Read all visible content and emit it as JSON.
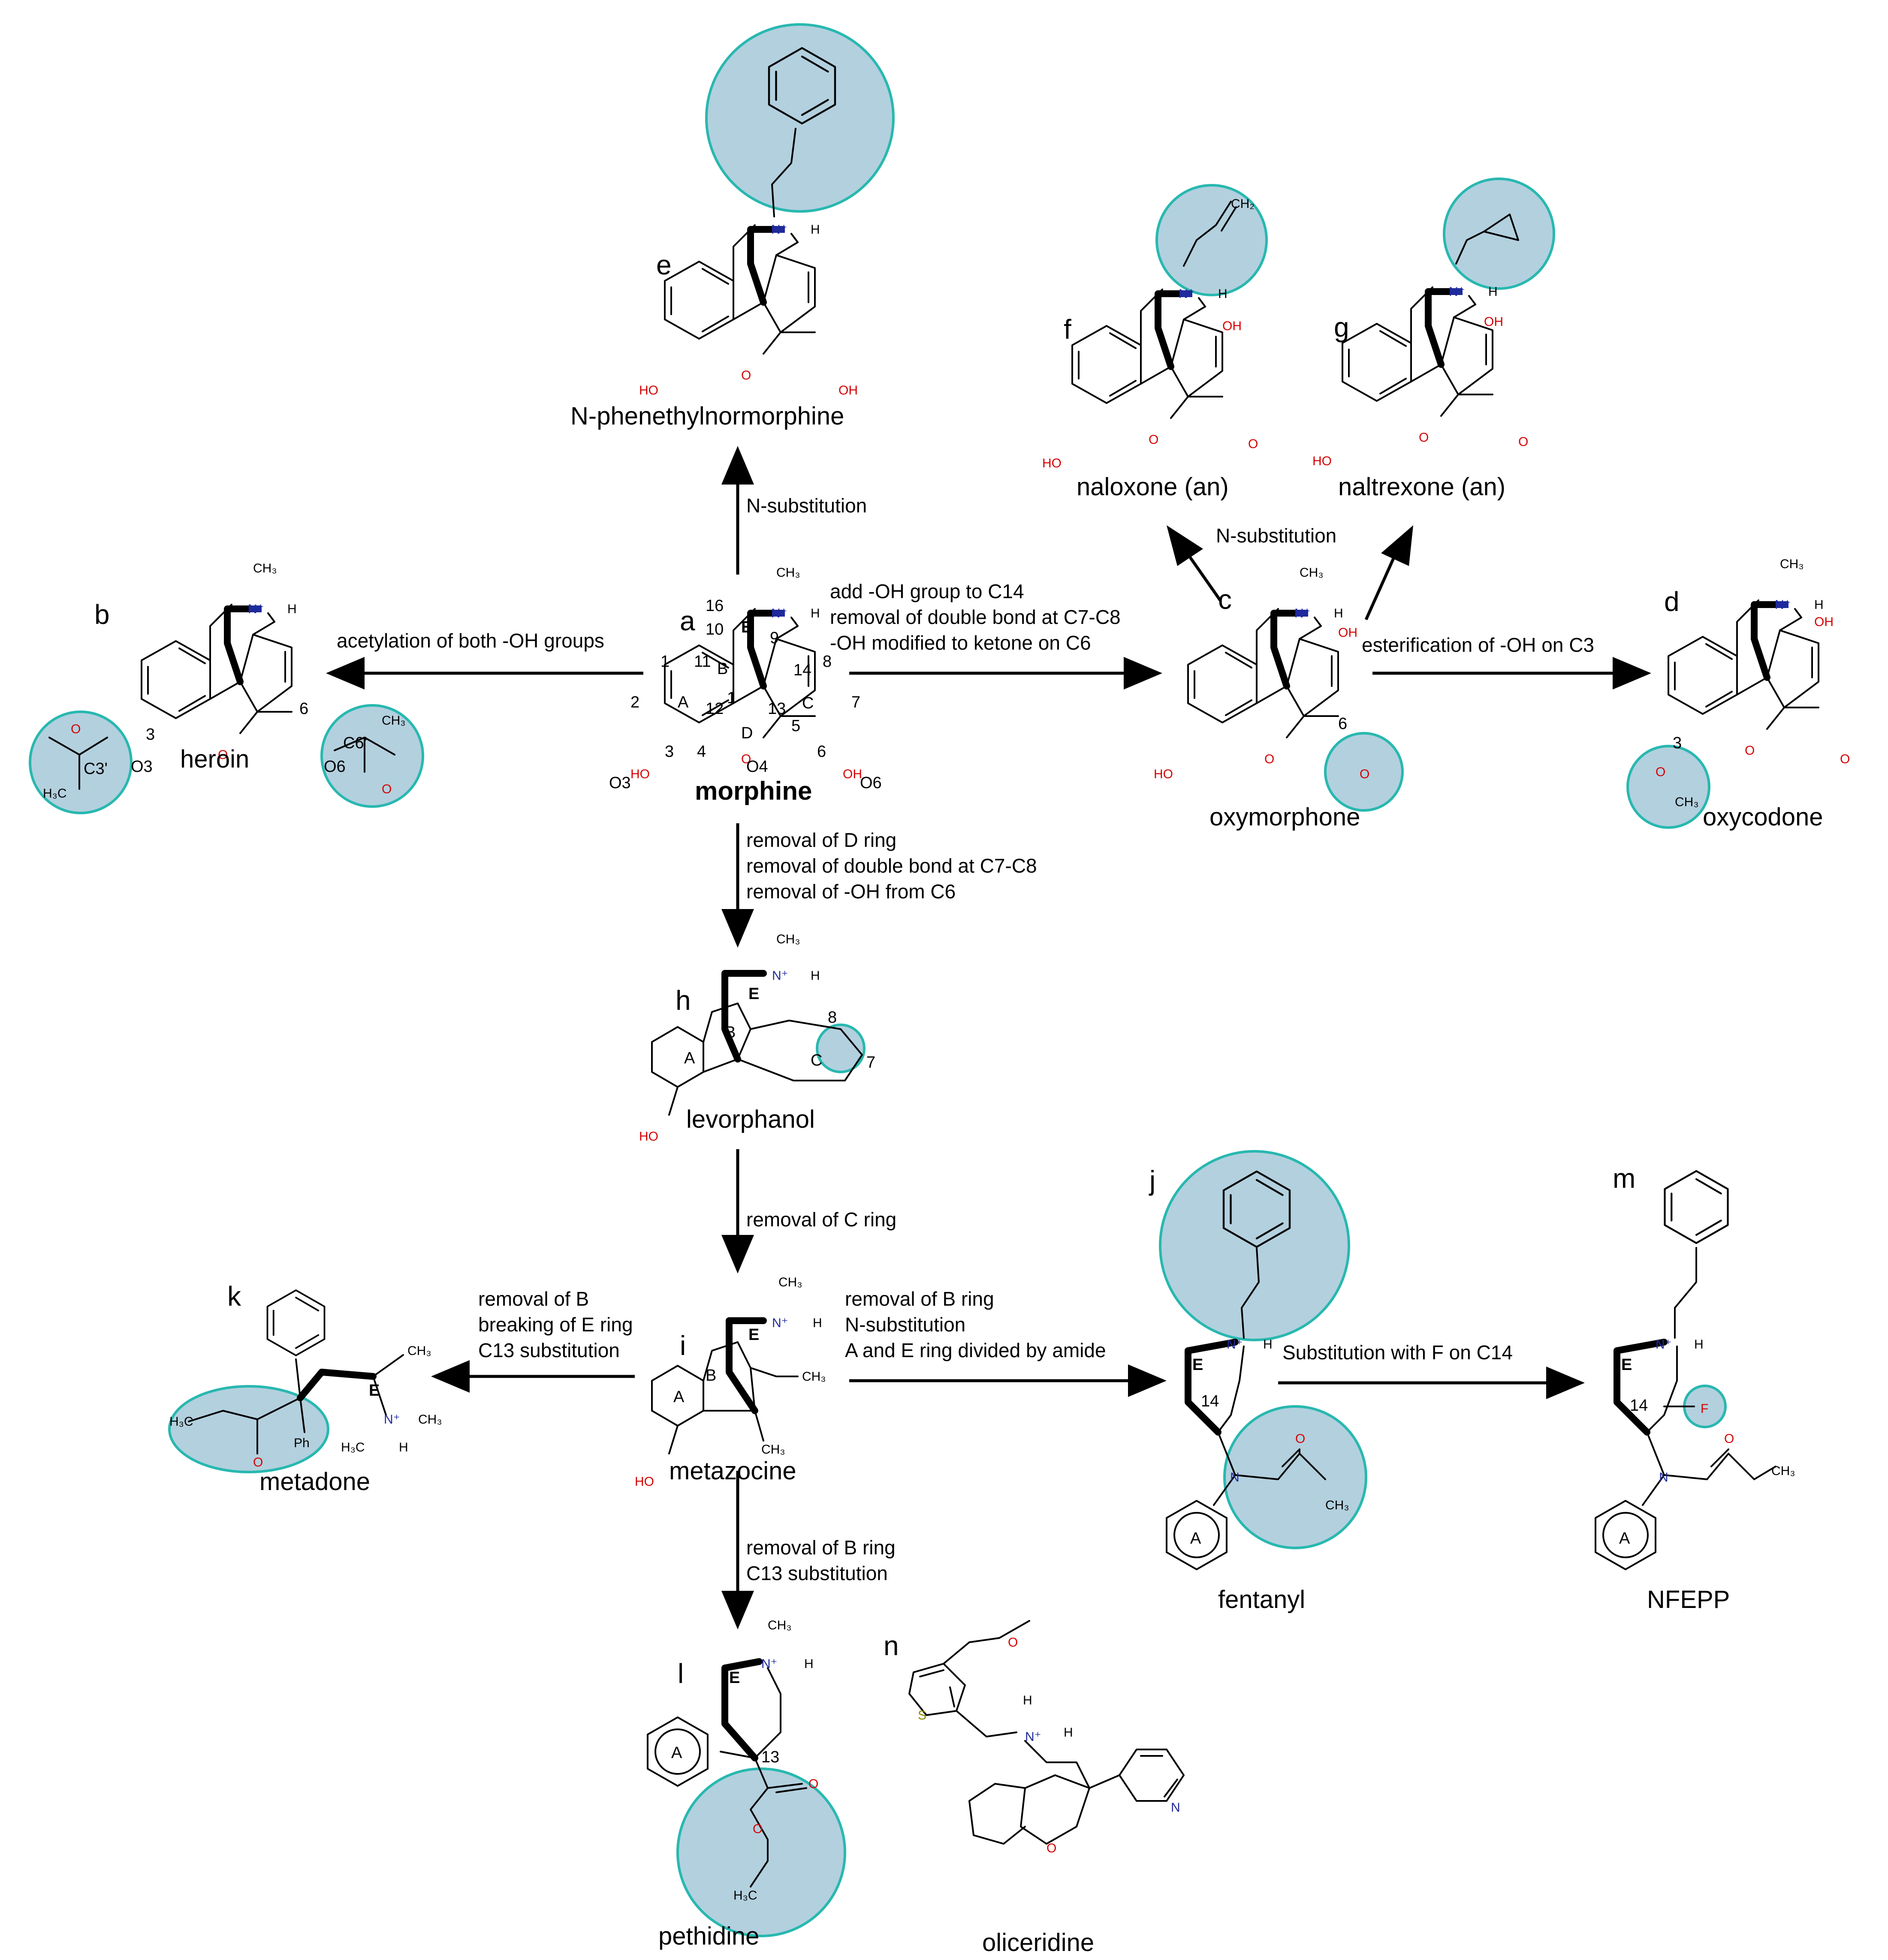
{
  "compounds": {
    "a": {
      "letter": "a",
      "name": "morphine"
    },
    "b": {
      "letter": "b",
      "name": "heroin"
    },
    "c": {
      "letter": "c",
      "name": "oxymorphone"
    },
    "d": {
      "letter": "d",
      "name": "oxycodone"
    },
    "e": {
      "letter": "e",
      "name": "N-phenethylnormorphine"
    },
    "f": {
      "letter": "f",
      "name": "naloxone (an)"
    },
    "g": {
      "letter": "g",
      "name": "naltrexone (an)"
    },
    "h": {
      "letter": "h",
      "name": "levorphanol"
    },
    "i": {
      "letter": "i",
      "name": "metazocine"
    },
    "j": {
      "letter": "j",
      "name": "fentanyl"
    },
    "k": {
      "letter": "k",
      "name": "metadone"
    },
    "l": {
      "letter": "l",
      "name": "pethidine"
    },
    "m": {
      "letter": "m",
      "name": "NFEPP"
    },
    "n": {
      "letter": "n",
      "name": "oliceridine"
    }
  },
  "transformations": {
    "a_to_e": [
      "N-substitution"
    ],
    "a_to_b": [
      "acetylation of both -OH groups"
    ],
    "a_to_c": [
      "add -OH group to C14",
      "removal of double bond at C7-C8",
      "-OH modified to ketone on C6"
    ],
    "c_to_fg": [
      "N-substitution"
    ],
    "c_to_d": [
      "esterification of -OH on C3"
    ],
    "a_to_h": [
      "removal of D ring",
      "removal of double bond at C7-C8",
      "removal of -OH from C6"
    ],
    "h_to_i": [
      "removal of C ring"
    ],
    "i_to_k": [
      "removal of B",
      "breaking of E ring",
      "C13 substitution"
    ],
    "i_to_j": [
      "removal of B ring",
      "N-substitution",
      "A and E ring divided by amide"
    ],
    "j_to_m": [
      "Substitution with F on C14"
    ],
    "i_to_l": [
      "removal of B ring",
      "C13 substitution"
    ]
  },
  "atoms": {
    "nh": "N⁺",
    "h": "H",
    "ch3": "CH₃",
    "ch2": "CH₂",
    "h3c": "H₃C",
    "ho": "HO",
    "oh": "OH",
    "o": "O",
    "n": "N",
    "s": "S",
    "ph": "Ph",
    "f": "F"
  },
  "morphine_labels": {
    "rings": [
      "A",
      "B",
      "C",
      "D",
      "E"
    ],
    "positions": [
      "1",
      "2",
      "3",
      "4",
      "5",
      "6",
      "7",
      "8",
      "9",
      "10",
      "11",
      "12",
      "13",
      "14",
      "16",
      "1"
    ],
    "oxygens": [
      "O3",
      "O4",
      "O6"
    ]
  },
  "heroin_labels": [
    "3",
    "6",
    "C3'",
    "O3",
    "C6'",
    "O6"
  ],
  "oxymorphone_labels": [
    "6"
  ],
  "oxycodone_labels": [
    "3"
  ],
  "levorphanol_labels": [
    "A",
    "B",
    "C",
    "E",
    "8",
    "7"
  ],
  "metazocine_labels": [
    "A",
    "B",
    "E"
  ],
  "metadone_labels": [
    "E"
  ],
  "fentanyl_labels": [
    "E",
    "14",
    "A"
  ],
  "nfepp_labels": [
    "E",
    "14",
    "A"
  ],
  "pethidine_labels": [
    "E",
    "A",
    "13"
  ]
}
